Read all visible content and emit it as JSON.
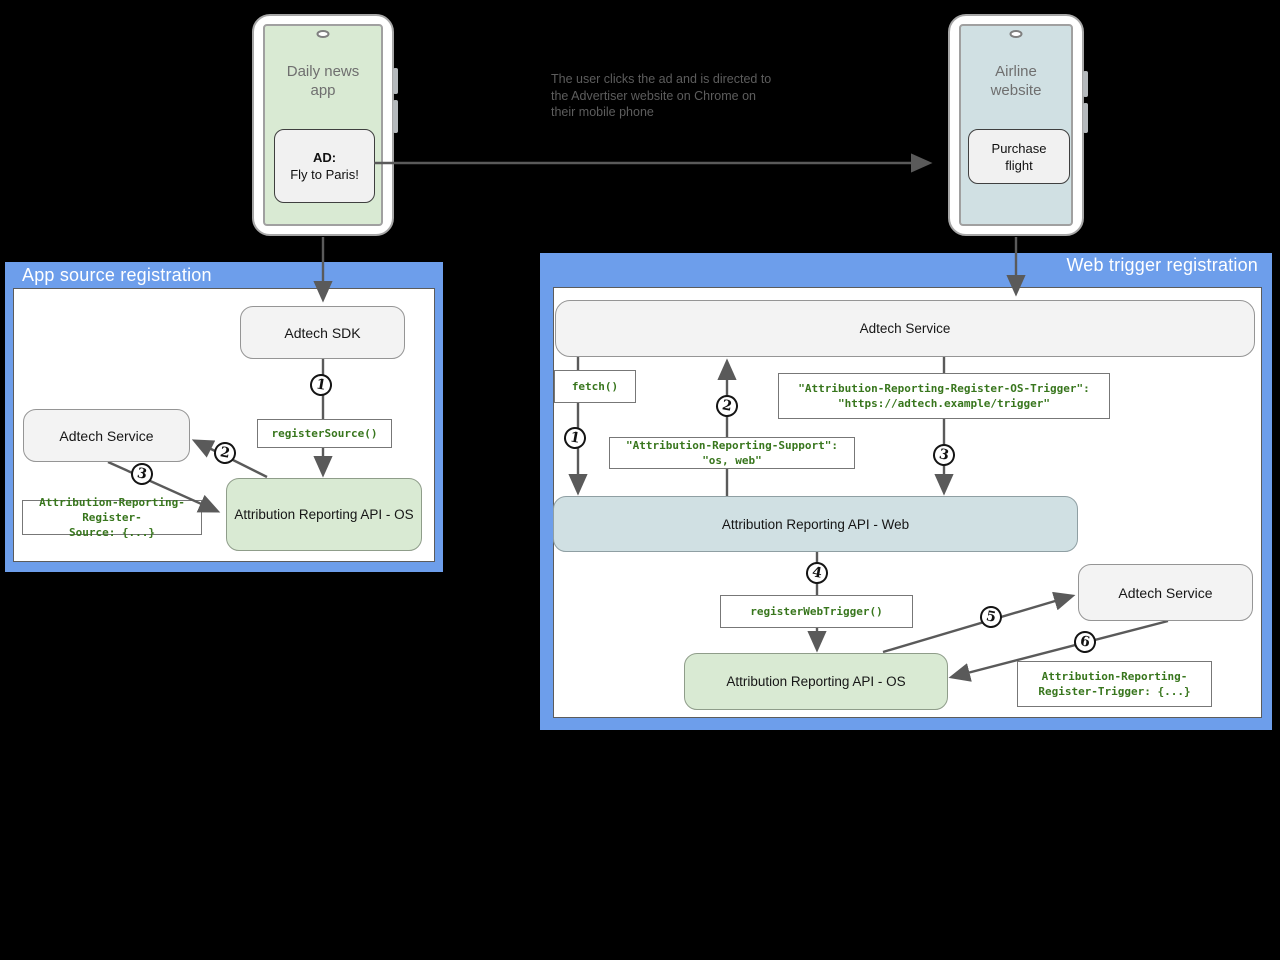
{
  "colors": {
    "panel_blue": "#6d9eeb",
    "node_gray": "#f3f3f3",
    "node_green": "#d9ead3",
    "node_blue": "#d0e0e3",
    "code_green": "#38761d",
    "arrow_gray": "#5a5a5a"
  },
  "phones": {
    "news": {
      "name_lines": [
        "Daily news",
        "app"
      ],
      "ad_title": "AD:",
      "ad_text": "Fly to Paris!"
    },
    "airline": {
      "name_lines": [
        "Airline",
        "website"
      ],
      "button_lines": [
        "Purchase",
        "flight"
      ]
    }
  },
  "annotation": {
    "lines": [
      "The user clicks the ad and is directed to",
      "the Advertiser website on Chrome on",
      "their mobile phone"
    ]
  },
  "app_source_panel": {
    "title": "App source registration",
    "adtech_sdk": "Adtech SDK",
    "adtech_service": "Adtech Service",
    "register_source_code": "registerSource()",
    "ara_os": "Attribution Reporting API - OS",
    "register_source_header_lines": [
      "Attribution-Reporting-Register-",
      "Source: {...}"
    ],
    "steps": {
      "s1": "1",
      "s2": "2",
      "s3": "3"
    }
  },
  "web_trigger_panel": {
    "title": "Web trigger registration",
    "adtech_service_top": "Adtech Service",
    "fetch_code": "fetch()",
    "os_trigger_header_lines": [
      "\"Attribution-Reporting-Register-OS-Trigger\":",
      "\"https://adtech.example/trigger\""
    ],
    "support_header": "\"Attribution-Reporting-Support\": \"os, web\"",
    "ara_web": "Attribution Reporting API - Web",
    "register_web_trigger_code": "registerWebTrigger()",
    "ara_os": "Attribution Reporting API - OS",
    "adtech_service_right": "Adtech Service",
    "register_trigger_header_lines": [
      "Attribution-Reporting-",
      "Register-Trigger: {...}"
    ],
    "steps": {
      "s1": "1",
      "s2": "2",
      "s3": "3",
      "s4": "4",
      "s5": "5",
      "s6": "6"
    }
  }
}
